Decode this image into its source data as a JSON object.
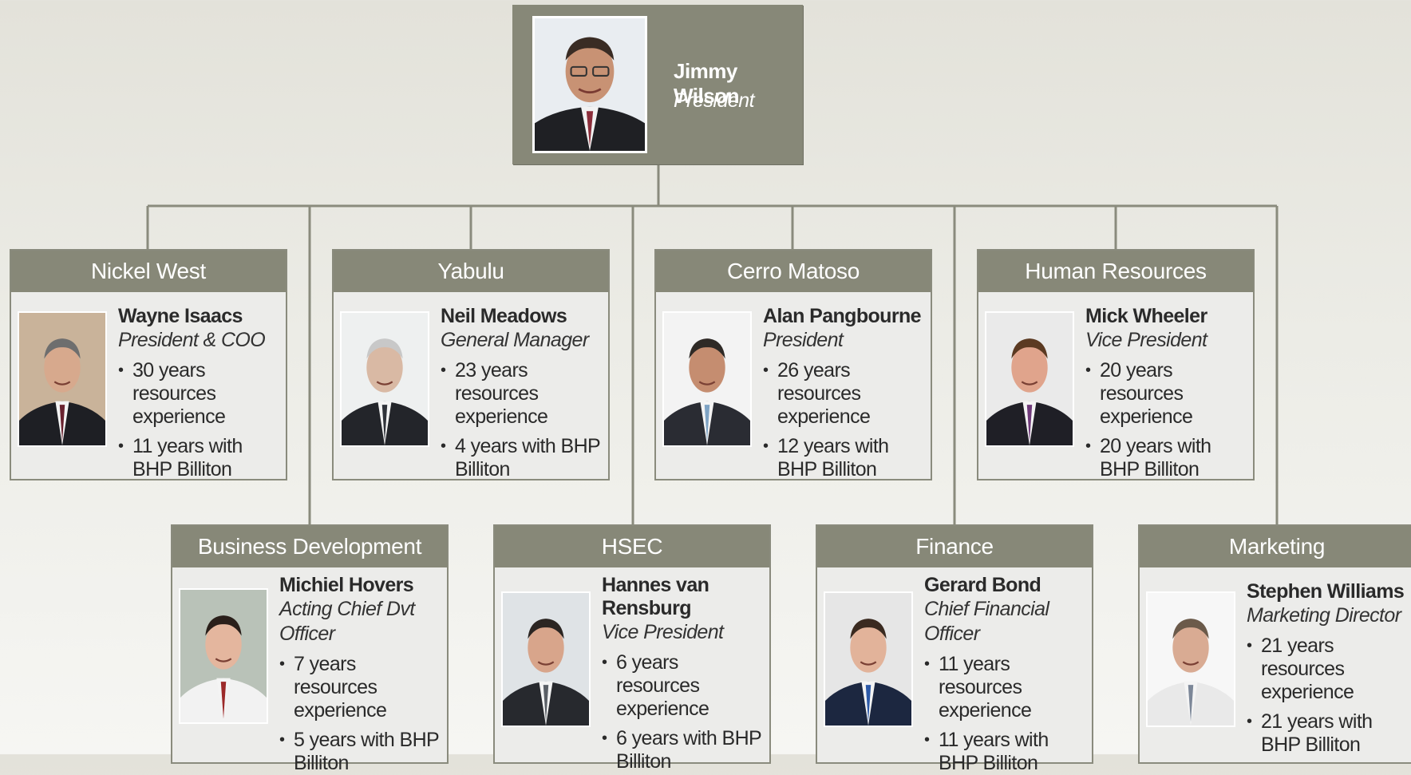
{
  "president": {
    "name": "Jimmy Wilson",
    "title": "President"
  },
  "cards": [
    {
      "header": "Nickel West",
      "name": "Wayne Isaacs",
      "title": "President & COO",
      "bullets": [
        "30 years resources experience",
        "11 years with BHP Billiton"
      ]
    },
    {
      "header": "Yabulu",
      "name": "Neil Meadows",
      "title": "General  Manager",
      "bullets": [
        "23 years resources experience",
        "4 years with BHP Billiton"
      ]
    },
    {
      "header": "Cerro Matoso",
      "name": "Alan Pangbourne",
      "title": "President",
      "bullets": [
        "26 years resources experience",
        "12 years with BHP Billiton"
      ]
    },
    {
      "header": "Human Resources",
      "name": "Mick Wheeler",
      "title": "Vice President",
      "bullets": [
        "20 years resources experience",
        "20 years with BHP Billiton"
      ]
    },
    {
      "header": "Business Development",
      "name": "Michiel Hovers",
      "title": "Acting Chief Dvt Officer",
      "bullets": [
        "7 years resources experience",
        "5 years with BHP Billiton"
      ]
    },
    {
      "header": "HSEC",
      "name": "Hannes van Rensburg",
      "title": "Vice President",
      "bullets": [
        "6 years resources experience",
        "6 years with BHP Billiton"
      ]
    },
    {
      "header": "Finance",
      "name": "Gerard Bond",
      "title": "Chief Financial Officer",
      "bullets": [
        "11 years resources experience",
        "11 years with BHP Billiton"
      ]
    },
    {
      "header": "Marketing",
      "name": "Stephen Williams",
      "title": "Marketing Director",
      "bullets": [
        "21 years resources experience",
        "21 years with BHP Billiton"
      ]
    }
  ],
  "colors": {
    "header": "#878878",
    "card": "#ececea",
    "line": "#8a8b7d"
  }
}
